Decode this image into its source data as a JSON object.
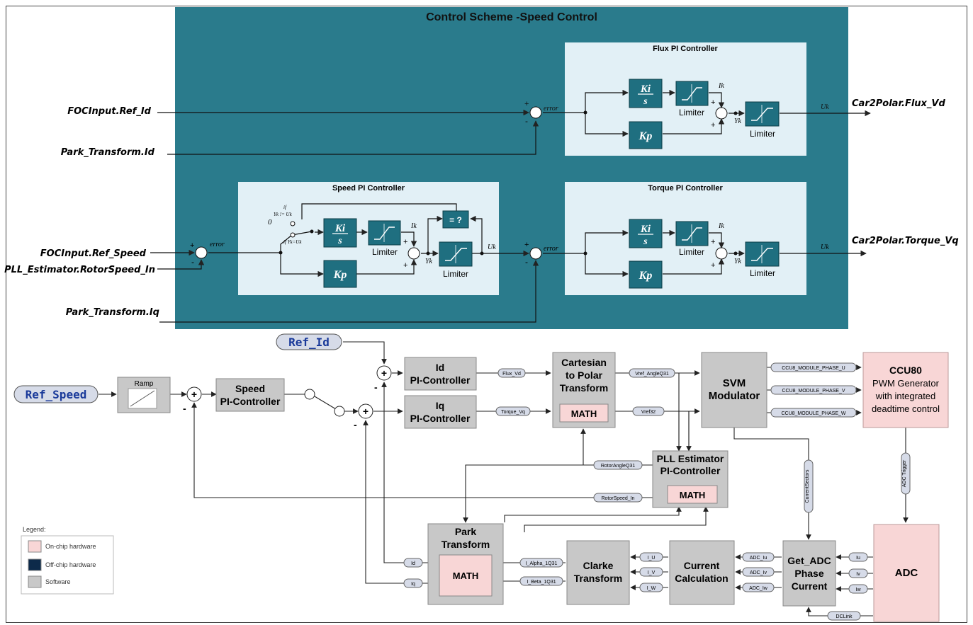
{
  "top": {
    "title": "Control Scheme -Speed Control",
    "inputs": {
      "flux_ref": "FOCInput.Ref_Id",
      "flux_fb": "Park_Transform.Id",
      "speed_ref": "FOCInput.Ref_Speed",
      "speed_fb": "PLL_Estimator.RotorSpeed_In",
      "torque_fb": "Park_Transform.Iq"
    },
    "outputs": {
      "flux_out": "Car2Polar.Flux_Vd",
      "torque_out": "Car2Polar.Torque_Vq"
    },
    "flux_title": "Flux PI Controller",
    "speed_title": "Speed PI Controller",
    "torque_title": "Torque PI Controller",
    "ki_num": "Ki",
    "ki_den": "s",
    "kp": "Kp",
    "limiter": "Limiter",
    "ik": "Ik",
    "yk": "Yk",
    "uk": "Uk",
    "error": "error",
    "compare": "= ?",
    "if_top": "if",
    "if_cond1": "Yk != Uk",
    "if_cond2": "if Yk=Uk",
    "zero": "0",
    "plus": "+",
    "minus": "-"
  },
  "bottom": {
    "ref_id": "Ref_Id",
    "ref_speed": "Ref_Speed",
    "ramp": "Ramp",
    "speed_pi": [
      "Speed",
      "PI-Controller"
    ],
    "id_pi": [
      "Id",
      "PI-Controller"
    ],
    "iq_pi": [
      "Iq",
      "PI-Controller"
    ],
    "c2p": [
      "Cartesian",
      "to Polar",
      "Transform"
    ],
    "svm": [
      "SVM",
      "Modulator"
    ],
    "ccu": [
      "CCU80",
      "PWM Generator",
      "with integrated",
      "deadtime control"
    ],
    "pll": [
      "PLL Estimator",
      "PI-Controller"
    ],
    "park": [
      "Park",
      "Transform"
    ],
    "clarke": [
      "Clarke",
      "Transform"
    ],
    "current": [
      "Current",
      "Calculation"
    ],
    "getadc": [
      "Get_ADC",
      "Phase",
      "Current"
    ],
    "adc": "ADC",
    "math": "MATH",
    "signals": {
      "flux_vd": "Flux_Vd",
      "torque_vq": "Torque_Vq",
      "vref_angle": "Vref_AngleQ31",
      "vref32": "Vref32",
      "phase_u": "CCU8_MODULE_PHASE_U",
      "phase_v": "CCU8_MODULE_PHASE_V",
      "phase_w": "CCU8_MODULE_PHASE_W",
      "rotor_angle": "RotorAngleQ31",
      "rotor_speed": "RotorSpeed_In",
      "current_sectors": "CurrentSectors",
      "adc_trigger": "ADC Trigger",
      "id": "Id",
      "iq": "Iq",
      "i_alpha": "I_Alpha_1Q31",
      "i_beta": "I_Beta_1Q31",
      "i_u": "I_U",
      "i_v": "I_V",
      "i_w": "I_W",
      "adc_iu": "ADC_Iu",
      "adc_iv": "ADC_Iv",
      "adc_iw": "ADC_Iw",
      "iu": "Iu",
      "iv": "Iv",
      "iw": "Iw",
      "dclink": "DCLink"
    },
    "legend": {
      "title": "Legend:",
      "items": [
        "On-chip hardware",
        "Off-chip hardware",
        "Software"
      ]
    }
  },
  "colors": {
    "teal": "#2a7b8c",
    "panel": "#e2f0f6",
    "block": "#1f6f80",
    "software": "#c8c8c8",
    "onchip": "#f8d6d6",
    "offchip": "#0d2a4a",
    "signal": "#d6dbe8"
  }
}
